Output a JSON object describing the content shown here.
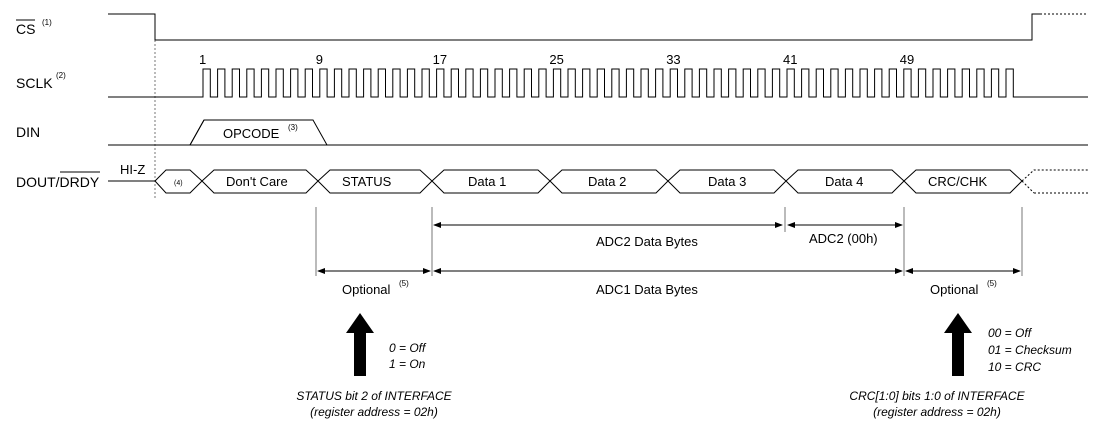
{
  "signals": {
    "cs": {
      "name": "CS",
      "sup": "(1)"
    },
    "sclk": {
      "name": "SCLK",
      "sup": "(2)"
    },
    "din": {
      "name": "DIN"
    },
    "dout": {
      "name": "DOUT/DRDY",
      "hiz": "HI-Z"
    }
  },
  "clock_numbers": [
    "1",
    "9",
    "17",
    "25",
    "33",
    "41",
    "49"
  ],
  "din_label": {
    "text": "OPCODE",
    "sup": "(3)"
  },
  "dout_segments": {
    "seg4": "(4)",
    "dont_care": "Don't Care",
    "status": "STATUS",
    "data1": "Data 1",
    "data2": "Data 2",
    "data3": "Data 3",
    "data4": "Data 4",
    "crc": "CRC/CHK"
  },
  "spans": {
    "adc2_bytes": "ADC2 Data Bytes",
    "adc2_00h": "ADC2 (00h)",
    "optional_left": {
      "text": "Optional",
      "sup": "(5)"
    },
    "adc1_bytes": "ADC1 Data Bytes",
    "optional_right": {
      "text": "Optional",
      "sup": "(5)"
    }
  },
  "notes": {
    "status_options": [
      "0 = Off",
      "1 = On"
    ],
    "status_caption": [
      "STATUS bit 2 of INTERFACE",
      "(register address = 02h)"
    ],
    "crc_options": [
      "00 = Off",
      "01 = Checksum",
      "10 = CRC"
    ],
    "crc_caption": [
      "CRC[1:0] bits 1:0 of INTERFACE",
      "(register address = 02h)"
    ]
  }
}
